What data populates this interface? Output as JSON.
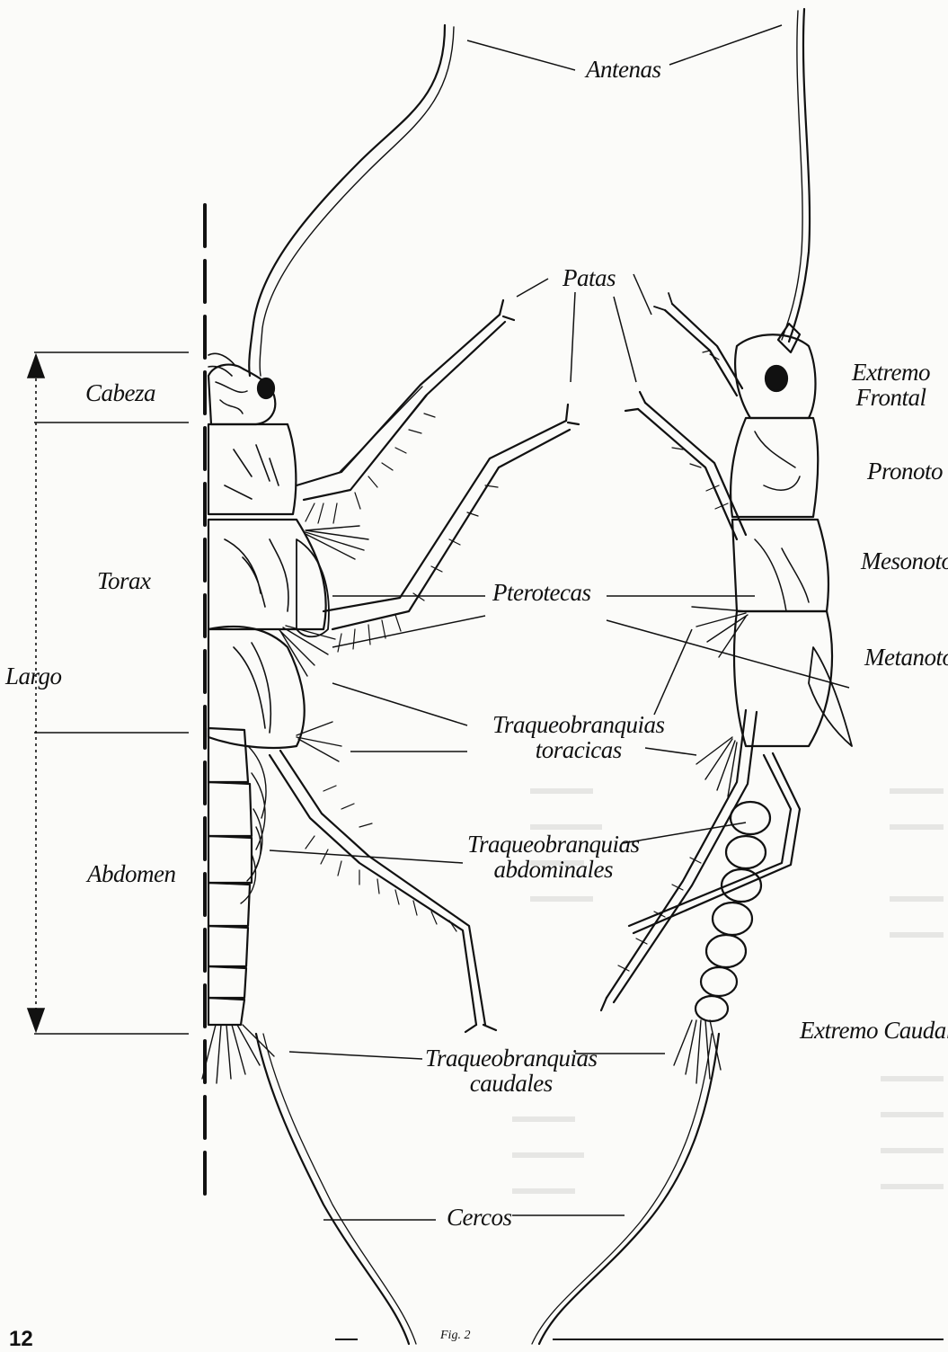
{
  "labels": {
    "antenas": "Antenas",
    "patas": "Patas",
    "cabeza": "Cabeza",
    "torax": "Torax",
    "largo": "Largo",
    "abdomen": "Abdomen",
    "extremo_frontal_1": "Extremo",
    "extremo_frontal_2": "Frontal",
    "pronoto": "Pronoto",
    "mesonoto": "Mesonoto",
    "metanoto": "Metanoto",
    "pterotecas": "Pterotecas",
    "traq_toracicas_1": "Traqueobranquias",
    "traq_toracicas_2": "toracicas",
    "traq_abdominales_1": "Traqueobranquias",
    "traq_abdominales_2": "abdominales",
    "extremo_caudal": "Extremo Caudal",
    "traq_caudales_1": "Traqueobranquias",
    "traq_caudales_2": "caudales",
    "cercos": "Cercos",
    "fig": "Fig. 2",
    "page_number": "12"
  },
  "colors": {
    "ink": "#111111",
    "paper": "#fbfbf9"
  }
}
